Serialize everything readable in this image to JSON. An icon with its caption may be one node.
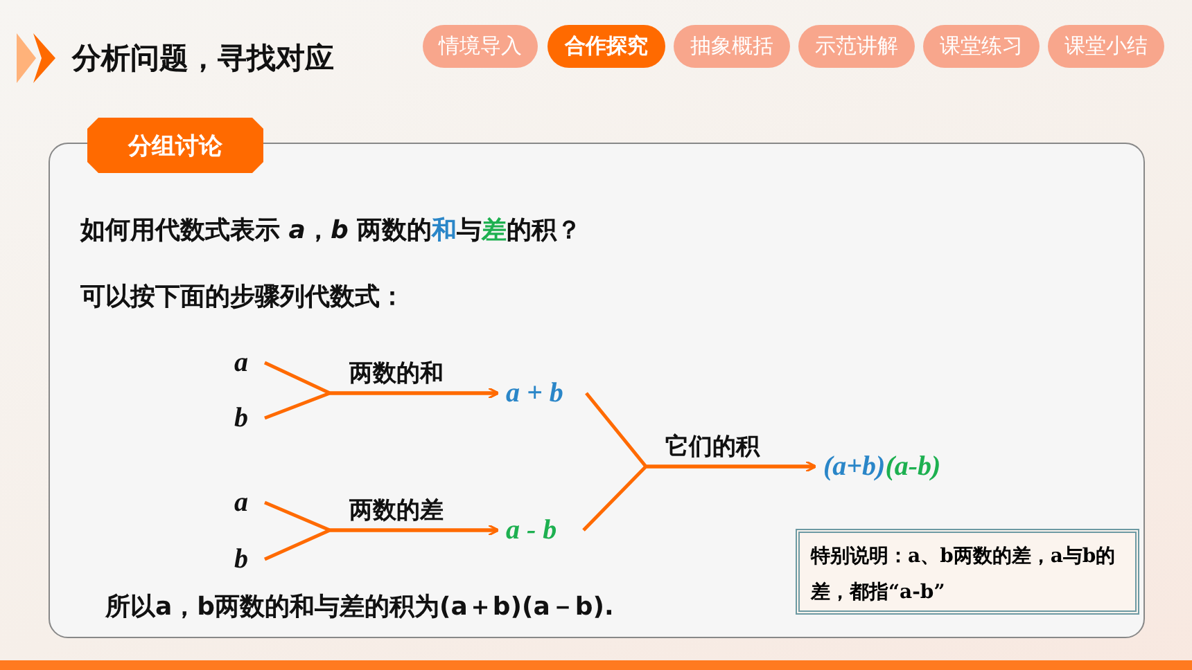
{
  "diagram": {
    "title": "分析问题，寻找对应",
    "nodes": [
      {
        "text": [
          "情境导入"
        ]
      },
      {
        "text": [
          "合作探究"
        ]
      },
      {
        "text": [
          "抽象概括"
        ]
      },
      {
        "text": [
          "示范讲解"
        ]
      },
      {
        "text": [
          "课堂练习"
        ]
      },
      {
        "text": [
          "课堂小结"
        ]
      },
      {
        "text": [
          "分组讨论"
        ]
      },
      {
        "text": [
          "如何用代数式表示 *a*，*b* 两数的**和**与**差**的积？",
          "可以按下面的步骤列代数式：",
          "所以a，b两数的和与差的积为(a＋b)(a－b)."
        ]
      },
      {
        "text": [
          "a"
        ],
        "in": 7
      },
      {
        "text": [
          "b"
        ],
        "in": 7
      },
      {
        "text": [
          "a"
        ],
        "in": 7
      },
      {
        "text": [
          "b"
        ],
        "in": 7
      },
      {
        "text": [
          "a + b"
        ],
        "in": 7
      },
      {
        "text": [
          "a - b"
        ],
        "in": 7
      },
      {
        "text": [
          "(a+b)(a-b)"
        ],
        "in": 7
      },
      {
        "text": [
          "特别说明：a、b两数的差，a与b的差，都指“a-b”"
        ],
        "in": 7
      }
    ],
    "edges": [
      {
        "from": 8,
        "to": 12,
        "arrow": "to",
        "label": "两数的和"
      },
      {
        "from": 9,
        "to": 12,
        "arrow": "to"
      },
      {
        "from": 10,
        "to": 13,
        "arrow": "to",
        "label": "两数的差"
      },
      {
        "from": 11,
        "to": 13,
        "arrow": "to"
      },
      {
        "from": 12,
        "to": 14,
        "arrow": "to",
        "label": "它们的积"
      },
      {
        "from": 13,
        "to": 14,
        "arrow": "to"
      }
    ]
  }
}
